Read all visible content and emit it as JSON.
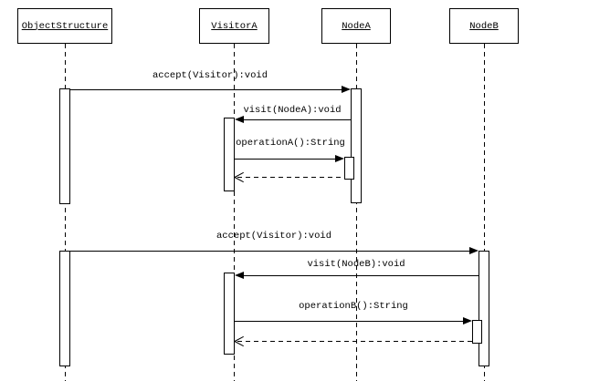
{
  "diagram": {
    "type": "uml-sequence-diagram",
    "colors": {
      "line": "#000000",
      "background": "#ffffff",
      "fill": "#ffffff"
    },
    "lifelines": [
      {
        "name": "ObjectStructure"
      },
      {
        "name": "VisitorA"
      },
      {
        "name": "NodeA"
      },
      {
        "name": "NodeB"
      }
    ],
    "messages": [
      {
        "label": "accept(Visitor):void",
        "from": "ObjectStructure",
        "to": "NodeA",
        "kind": "call"
      },
      {
        "label": "visit(NodeA):void",
        "from": "NodeA",
        "to": "VisitorA",
        "kind": "call"
      },
      {
        "label": "operationA():String",
        "from": "VisitorA",
        "to": "NodeA",
        "kind": "call"
      },
      {
        "label": "",
        "from": "NodeA",
        "to": "VisitorA",
        "kind": "return"
      },
      {
        "label": "accept(Visitor):void",
        "from": "ObjectStructure",
        "to": "NodeB",
        "kind": "call"
      },
      {
        "label": "visit(NodeB):void",
        "from": "NodeB",
        "to": "VisitorA",
        "kind": "call"
      },
      {
        "label": "operationB():String",
        "from": "VisitorA",
        "to": "NodeB",
        "kind": "call"
      },
      {
        "label": "",
        "from": "NodeB",
        "to": "VisitorA",
        "kind": "return"
      }
    ]
  }
}
